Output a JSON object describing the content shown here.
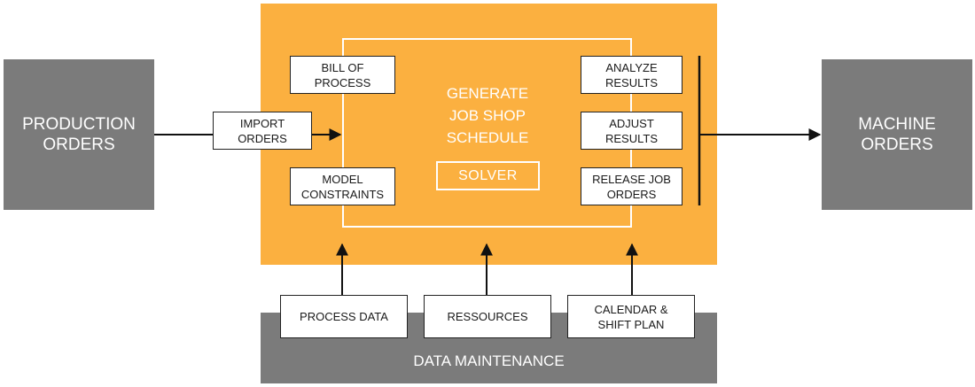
{
  "production_orders": "PRODUCTION\nORDERS",
  "machine_orders": "MACHINE\nORDERS",
  "import_orders": "IMPORT\nORDERS",
  "central": {
    "title": "GENERATE\nJOB SHOP\nSCHEDULE",
    "solver": "SOLVER",
    "left_boxes": [
      "BILL OF\nPROCESS",
      "MODEL\nCONSTRAINTS"
    ],
    "right_boxes": [
      "ANALYZE\nRESULTS",
      "ADJUST\nRESULTS",
      "RELEASE JOB\nORDERS"
    ]
  },
  "data_maintenance": {
    "label": "DATA MAINTENANCE",
    "boxes": [
      "PROCESS DATA",
      "RESSOURCES",
      "CALENDAR &\nSHIFT PLAN"
    ]
  },
  "colors": {
    "orange": "#fbb040",
    "grey": "#7b7b7b",
    "line": "#111111"
  }
}
